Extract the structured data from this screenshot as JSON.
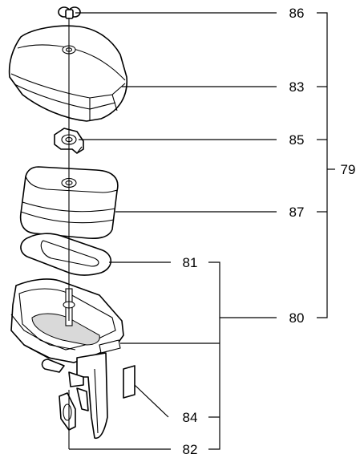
{
  "figure": {
    "background": "#ffffff",
    "line_color": "#000000"
  },
  "callouts": {
    "c86": "86",
    "c83": "83",
    "c85": "85",
    "c79": "79",
    "c87": "87",
    "c81": "81",
    "c80": "80",
    "c84": "84",
    "c82": "82"
  }
}
